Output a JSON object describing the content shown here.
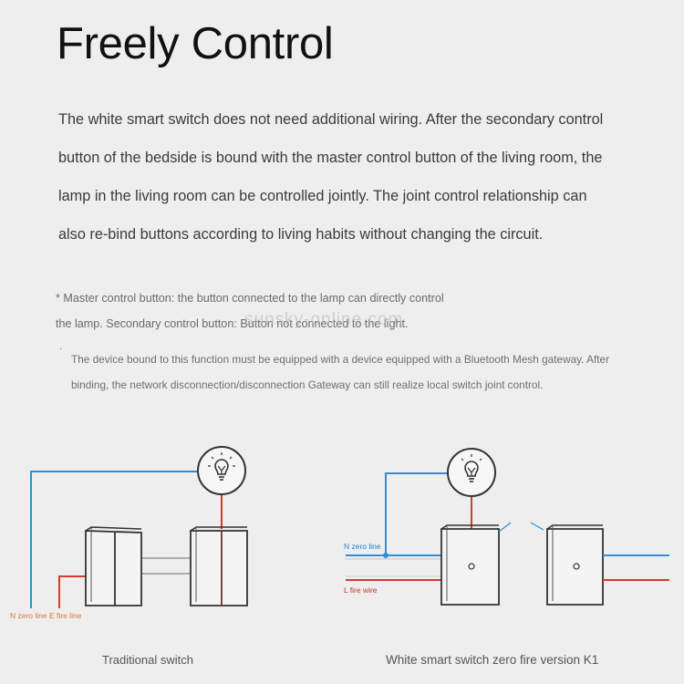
{
  "title": "Freely Control",
  "intro_lines": [
    "The white smart switch does not need additional wiring. After the secondary control",
    "button of the bedside is bound with the master control button of the living room, the",
    "lamp in the living room can be controlled jointly. The joint control relationship can",
    "also re-bind buttons according to living habits without changing the circuit."
  ],
  "note_lines": [
    "* Master control button: the button connected to the lamp can directly control",
    "the lamp. Secondary control button: Button not connected to the light."
  ],
  "watermark": "sunsky-online.com",
  "gateway_bullet": "·",
  "gateway_lines": [
    "The device bound to this function must be equipped with a device equipped with a Bluetooth Mesh gateway. After",
    "binding, the network disconnection/disconnection Gateway can still realize local switch joint control."
  ],
  "diagram": {
    "left_wire_label": "N zero line E fire line",
    "right_n_label": "N zero line",
    "right_l_label": "L fire wire",
    "left_caption": "Traditional switch",
    "right_caption": "White smart switch zero fire version K1",
    "icons": [
      "light-bulb-icon",
      "light-bulb-icon"
    ],
    "colors": {
      "neutral_wire": "#2e8fd6",
      "fire_wire": "#d63b2e",
      "switch_stroke": "#333333",
      "label_orange": "#e0713a",
      "label_blue": "#2e7fc9",
      "label_red": "#c0392b"
    }
  }
}
